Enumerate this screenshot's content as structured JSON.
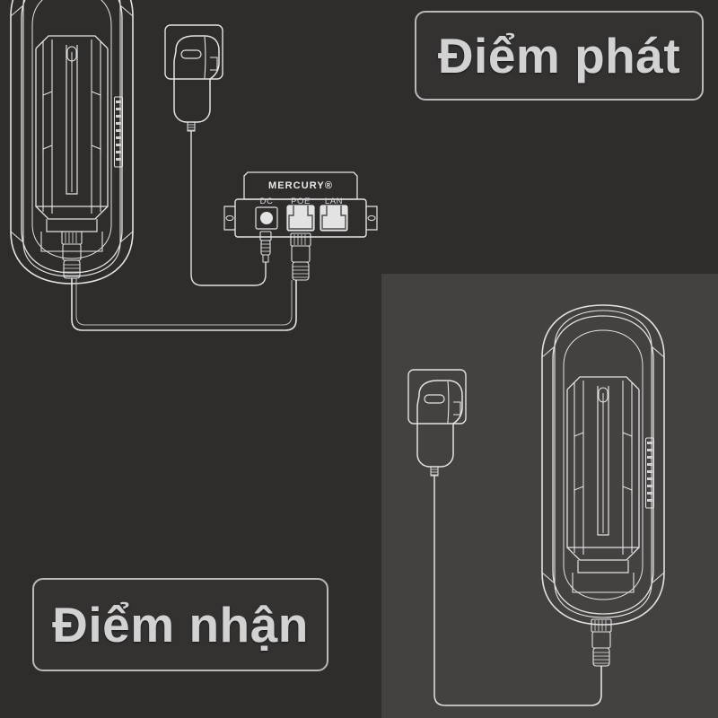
{
  "scene": {
    "background_color": "#2f2d2c",
    "panel_color": "#444240",
    "line_color": "#e3e3e3",
    "title_text_color": "#d2d2d2"
  },
  "labels": {
    "transmit": "Điểm phát",
    "receive": "Điểm nhận"
  },
  "poe_injector": {
    "brand": "MERCURY®",
    "ports": [
      {
        "name": "DC",
        "label": "DC",
        "type": "barrel-jack"
      },
      {
        "name": "POE",
        "label": "POE",
        "type": "rj45"
      },
      {
        "name": "LAN",
        "label": "LAN",
        "type": "rj45"
      }
    ]
  },
  "devices": {
    "transmit_cpe": {
      "name": "outdoor-cpe-antenna",
      "has_led_strip": true,
      "connector": "rj45"
    },
    "receive_cpe": {
      "name": "outdoor-cpe-antenna",
      "has_led_strip": true,
      "connector": "rj45"
    },
    "transmit_adapter": {
      "name": "power-adapter",
      "outlet": true
    },
    "receive_adapter": {
      "name": "power-adapter",
      "outlet": true
    }
  },
  "cables": [
    {
      "name": "cpe-to-poe-port",
      "from": "transmit_cpe.rj45",
      "to": "poe_injector.POE"
    },
    {
      "name": "adapter-to-dc-jack",
      "from": "transmit_adapter",
      "to": "poe_injector.DC"
    },
    {
      "name": "receive-adapter-to-cpe",
      "from": "receive_adapter",
      "to": "receive_cpe.rj45"
    }
  ]
}
